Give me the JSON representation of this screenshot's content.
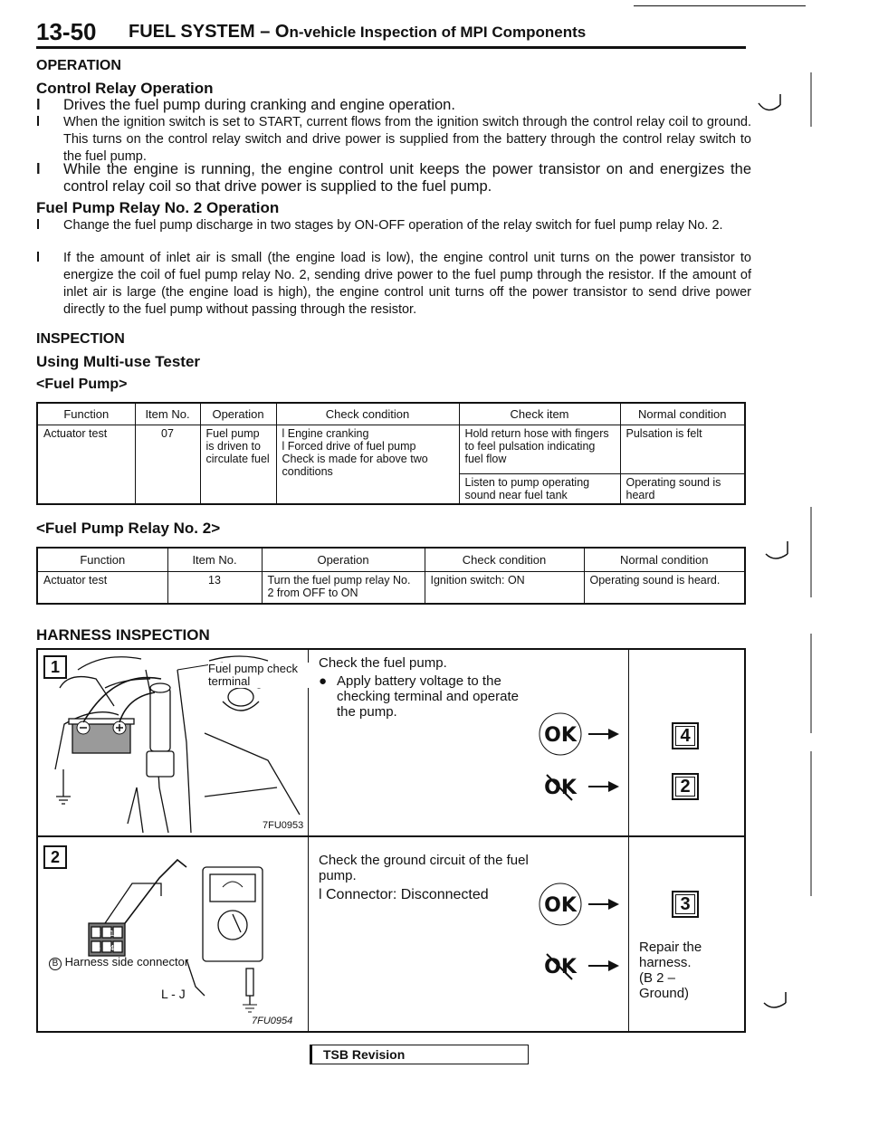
{
  "header": {
    "page_number": "13-50",
    "title_main": "FUEL SYSTEM – O",
    "title_sub": "n-vehicle Inspection of MPI Components"
  },
  "operation": {
    "heading": "OPERATION",
    "control_relay_heading": "Control Relay Operation",
    "control_relay_items": [
      "Drives the fuel pump during cranking and engine operation.",
      "When the ignition switch is set to START, current flows from the ignition switch through the control relay coil to ground. This turns on the control relay switch and drive power is supplied from the battery through the control relay switch to the fuel pump.",
      "While the engine is running, the engine control unit keeps the power transistor on and energizes the control relay coil so that drive power is supplied to the fuel pump."
    ],
    "fuel_pump_relay_heading": "Fuel Pump Relay No. 2 Operation",
    "fuel_pump_relay_items": [
      "Change the fuel pump discharge in two stages by ON-OFF operation of the relay switch for fuel pump relay No. 2.",
      "If the amount of inlet air is small (the engine load is low), the engine control unit turns on the power transistor to energize the coil of fuel pump relay No. 2, sending drive power to the fuel pump through the resistor. If the amount of inlet air is large (the engine load is high), the engine control unit turns off the power transistor to send drive power directly to the fuel pump without passing through the resistor."
    ],
    "bullet": "l"
  },
  "inspection": {
    "heading": "INSPECTION",
    "subheading": "Using Multi-use Tester",
    "fuel_pump_label": "<Fuel Pump>",
    "table1": {
      "headers": [
        "Function",
        "Item No.",
        "Operation",
        "Check condition",
        "Check item",
        "Normal condition"
      ],
      "function": "Actuator test",
      "item_no": "07",
      "operation": "Fuel pump is driven to circulate fuel",
      "condition_1": "Engine cranking",
      "condition_2": "Forced drive of fuel pump",
      "condition_note": "Check is made for above two conditions",
      "check_item_1": "Hold return hose with fingers to feel pulsation indicating fuel flow",
      "normal_1": "Pulsation is felt",
      "check_item_2": "Listen to pump operating sound near fuel tank",
      "normal_2": "Operating sound is heard"
    },
    "relay_label": "<Fuel Pump Relay No. 2>",
    "table2": {
      "headers": [
        "Function",
        "Item No.",
        "Operation",
        "Check condition",
        "Normal condition"
      ],
      "function": "Actuator test",
      "item_no": "13",
      "operation": "Turn the fuel pump relay No. 2 from OFF to ON",
      "condition": "Ignition switch: ON",
      "normal": "Operating sound is heard."
    }
  },
  "harness": {
    "heading": "HARNESS INSPECTION",
    "step1": {
      "number": "1",
      "callout": "Fuel pump check terminal",
      "figure_code": "7FU0953",
      "title": "Check the fuel pump.",
      "bullet": "Apply battery voltage to the checking terminal and operate the pump.",
      "ok_target": "4",
      "ng_target": "2"
    },
    "step2": {
      "number": "2",
      "connector_pins_top": "3 2 1",
      "connector_pins_bottom": "6 5 4",
      "connector_label": "Harness side connector",
      "connector_letter": "B",
      "meter_label": "L - J",
      "figure_code": "7FU0954",
      "title": "Check the ground circuit of the fuel pump.",
      "bullet": "Connector: Disconnected",
      "ok_target": "3",
      "ng_action_1": "Repair the",
      "ng_action_2": "harness.",
      "ng_action_3": "(B 2 –",
      "ng_action_4": "Ground)"
    },
    "ok_label": "OK",
    "ng_label": "OK"
  },
  "footer": {
    "tsb": "TSB Revision"
  },
  "colors": {
    "ink": "#111111",
    "paper": "#ffffff",
    "battery_fill": "#9a9a9a"
  }
}
